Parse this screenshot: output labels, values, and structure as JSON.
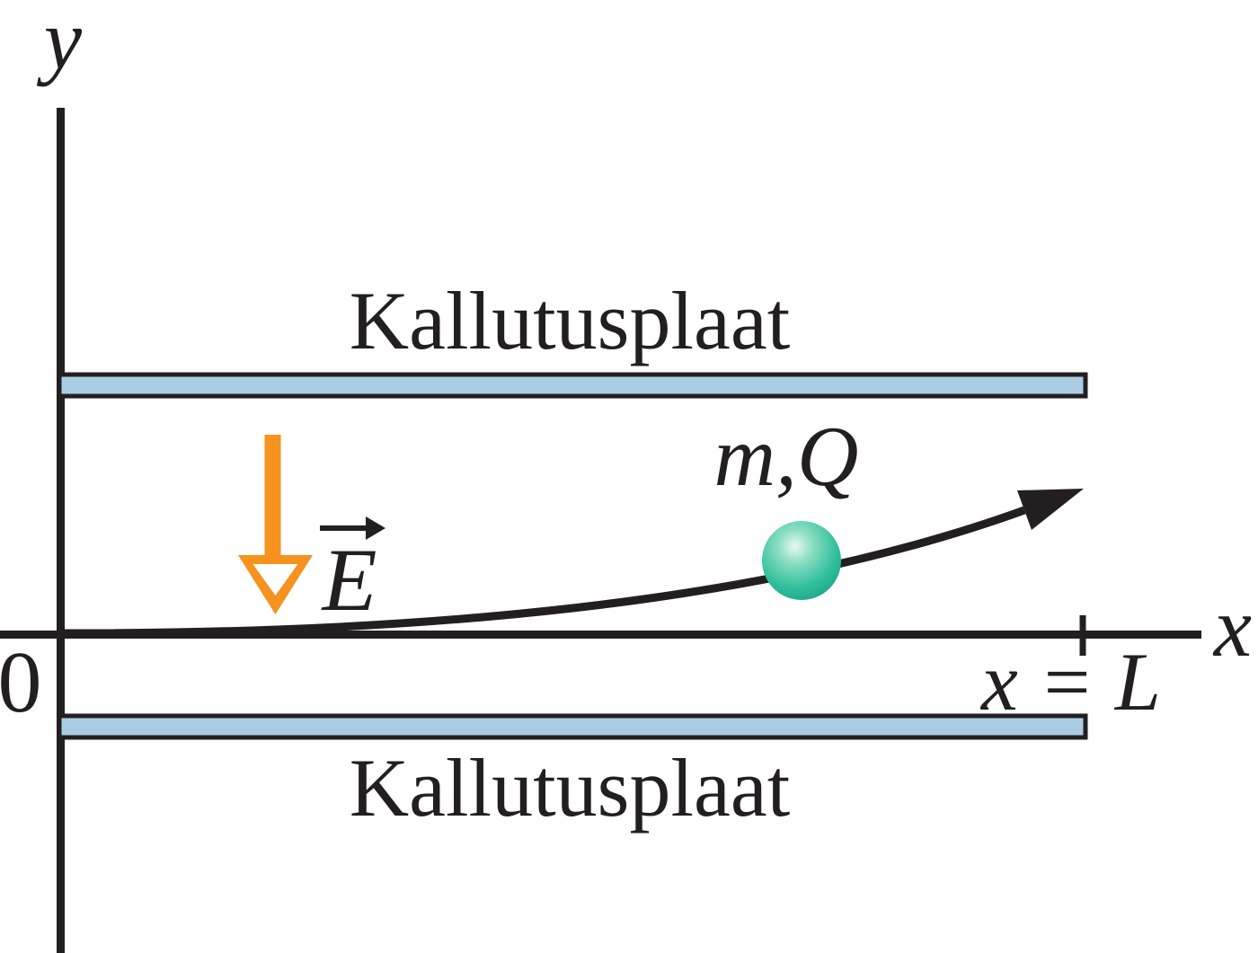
{
  "figure": {
    "description": "Charged particle deflected between two charged plates in a uniform electric field",
    "y_axis_label": "y",
    "x_axis_label": "x",
    "origin_label": "0",
    "top_plate_label": "Kallutusplaat",
    "bottom_plate_label": "Kallutusplaat",
    "field_label": "E",
    "particle_label": "m,Q",
    "length_label": "x = L"
  },
  "colors": {
    "ink": "#231F20",
    "plate_fill": "#ABCDE3",
    "field_arrow_orange": "#F6921E",
    "ball_highlight": "#E9F8F1",
    "ball_light": "#8ADEC2",
    "ball_main": "#2FBF9B",
    "ball_rim": "#1BA183"
  }
}
